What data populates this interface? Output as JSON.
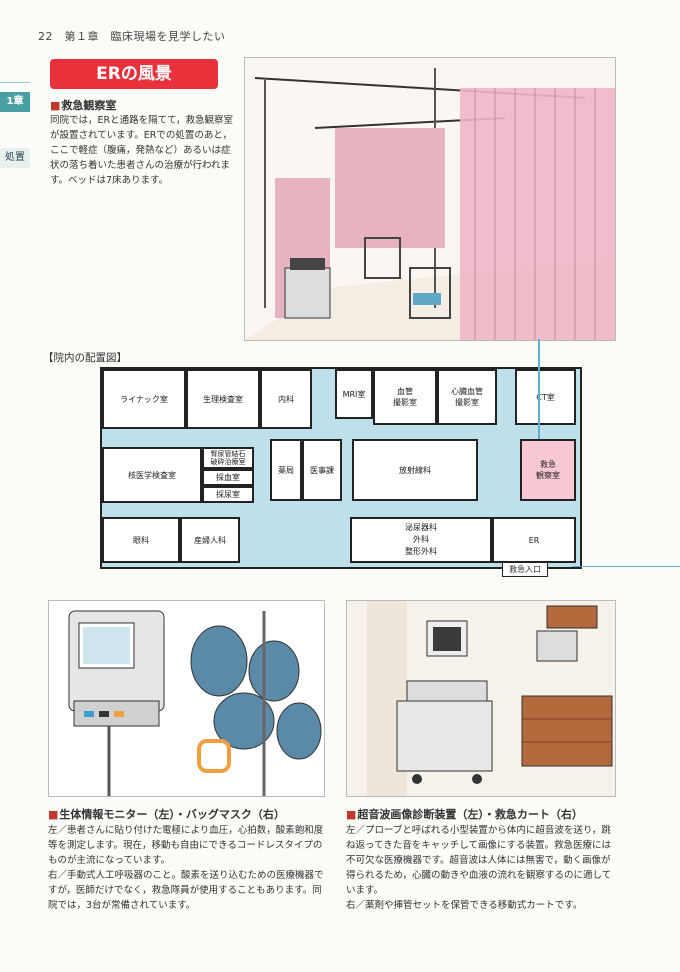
{
  "header": {
    "page_label": "22　第１章　臨床現場を見学したい"
  },
  "sidebar": {
    "tab1": "1章",
    "tab2": "処置"
  },
  "title": "ERの風景",
  "er_section": {
    "heading": "救急観察室",
    "text": "同院では，ERと通路を隔てて，救急観察室が設置されています。ERでの処置のあと，ここで軽症（腹痛，発熱など）あるいは症状の落ち着いた患者さんの治療が行われます。ベッドは7床あります。"
  },
  "map": {
    "title": "【院内の配置図】",
    "rooms": {
      "linac": "ライナック室",
      "physio": "生理検査室",
      "internal": "内科",
      "mri": "MRI室",
      "vascular": "血管\n撮影室",
      "cardiac": "心臓血管\n撮影室",
      "ct": "CT室",
      "nuclear": "核医学検査室",
      "eswl": "腎尿管結石\n破砕治療室",
      "blood": "採血室",
      "urine": "採尿室",
      "pharmacy": "薬局",
      "records": "医事課",
      "radiation": "放射線科",
      "observation": "救急\n観察室",
      "ophthalmology": "眼科",
      "obgyn": "産婦人科",
      "urology": "泌尿器科",
      "surgery": "外科",
      "orthopedics": "整形外科",
      "er": "ER",
      "entrance": "救急入口"
    }
  },
  "left_section": {
    "heading": "生体情報モニター（左）・バッグマスク（右）",
    "text": "左／患者さんに貼り付けた電極により血圧，心拍数，酸素飽和度等を測定します。現在，移動も自由にできるコードレスタイプのものが主流になっています。\n右／手動式人工呼吸器のこと。酸素を送り込むための医療機器ですが，医師だけでなく，救急隊員が使用することもあります。同院では，3台が常備されています。"
  },
  "right_section": {
    "heading": "超音波画像診断装置（左）・救急カート（右）",
    "text": "左／プローブと呼ばれる小型装置から体内に超音波を送り，跳ね返ってきた音をキャッチして画像にする装置。救急医療には不可欠な医療機器です。超音波は人体には無害で，動く画像が得られるため，心臓の動きや血液の流れを観察するのに適しています。\n右／薬剤や挿管セットを保管できる移動式カートです。"
  },
  "colors": {
    "accent_red": "#e8313b",
    "corridor_blue": "#bfe0ea",
    "observation_pink": "#f7c8d4",
    "curtain_pink": "#efb6c6"
  }
}
